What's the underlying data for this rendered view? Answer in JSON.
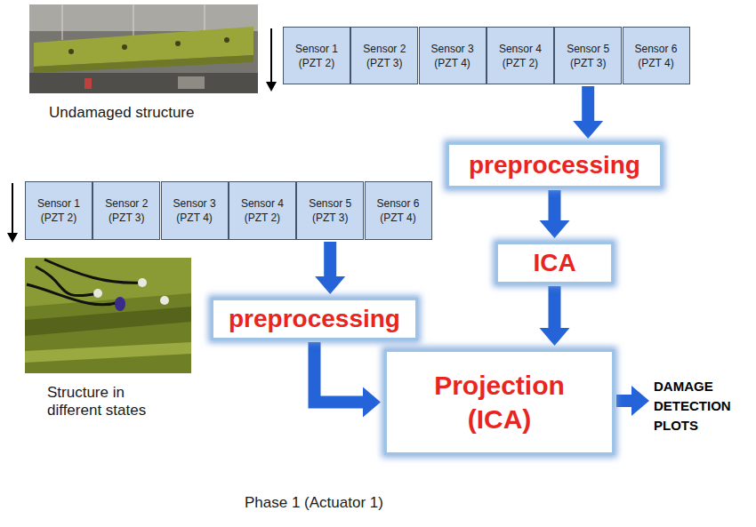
{
  "diagram": {
    "nodes": [
      {
        "text": [
          "Sensor 1",
          "(PZT 2)"
        ]
      },
      {
        "text": [
          "Sensor 2",
          "(PZT 3)"
        ]
      },
      {
        "text": [
          "Sensor 3",
          "(PZT 4)"
        ]
      },
      {
        "text": [
          "Sensor 4",
          "(PZT 2)"
        ]
      },
      {
        "text": [
          "Sensor 5",
          "(PZT 3)"
        ]
      },
      {
        "text": [
          "Sensor 6",
          "(PZT 4)"
        ]
      },
      {
        "text": [
          "preprocessing"
        ]
      },
      {
        "text": [
          "Sensor 1",
          "(PZT 2)"
        ]
      },
      {
        "text": [
          "Sensor 2",
          "(PZT 3)"
        ]
      },
      {
        "text": [
          "Sensor 3",
          "(PZT 4)"
        ]
      },
      {
        "text": [
          "Sensor 4",
          "(PZT 2)"
        ]
      },
      {
        "text": [
          "Sensor 5",
          "(PZT 3)"
        ]
      },
      {
        "text": [
          "Sensor 6",
          "(PZT 4)"
        ]
      },
      {
        "text": [
          "ICA"
        ]
      },
      {
        "text": [
          "preprocessing"
        ]
      },
      {
        "text": [
          "Projection (ICA)"
        ]
      }
    ],
    "edges": [
      {
        "from": 4,
        "to": 6,
        "arrow": "to"
      },
      {
        "from": 6,
        "to": 13,
        "arrow": "to"
      },
      {
        "from": 13,
        "to": 15,
        "arrow": "to"
      },
      {
        "from": 11,
        "to": 14,
        "arrow": "to"
      },
      {
        "from": 14,
        "to": 15,
        "arrow": "to"
      }
    ],
    "labels": [
      "Undamaged structure",
      "Structure in different states",
      "DAMAGE DETECTION PLOTS",
      "Phase 1 (Actuator 1)"
    ]
  }
}
